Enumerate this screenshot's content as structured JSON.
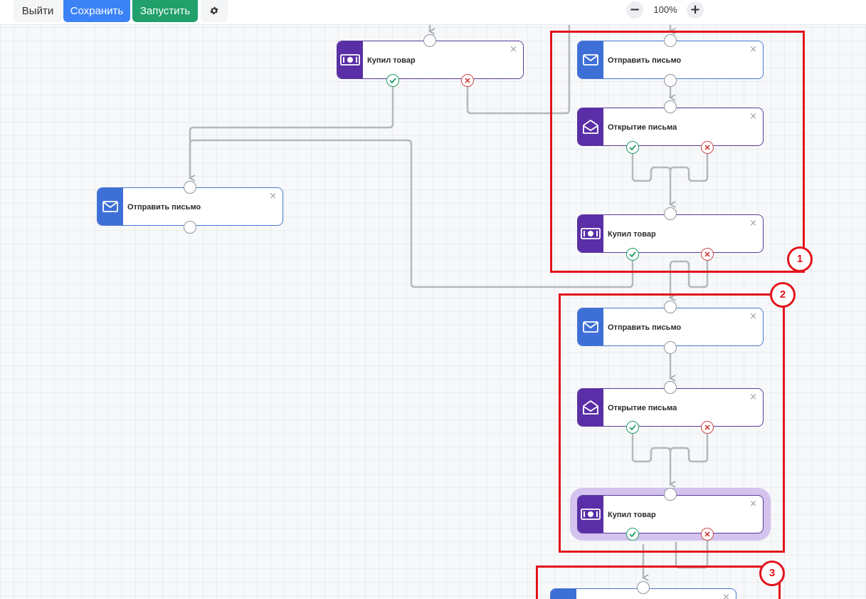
{
  "toolbar": {
    "exit_label": "Выйти",
    "save_label": "Сохранить",
    "run_label": "Запустить",
    "settings_icon": "gear-icon",
    "zoom_out_label": "−",
    "zoom_level": "100%",
    "zoom_in_label": "+"
  },
  "colors": {
    "save": "#3b82f6",
    "run": "#22a06b",
    "send_email_node": "#3e6fd6",
    "purple_node": "#5a2ea6",
    "annotation": "#e3141b",
    "selected_glow": "#d3c3ee"
  },
  "nodes": [
    {
      "id": "n1",
      "type": "buy",
      "label": "Купил товар",
      "icon": "money-icon"
    },
    {
      "id": "n2",
      "type": "send",
      "label": "Отправить письмо",
      "icon": "envelope-icon"
    },
    {
      "id": "n3",
      "type": "send",
      "label": "Отправить письмо",
      "icon": "envelope-icon"
    },
    {
      "id": "n4",
      "type": "open",
      "label": "Открытие письма",
      "icon": "envelope-open-icon"
    },
    {
      "id": "n5",
      "type": "buy",
      "label": "Купил товар",
      "icon": "money-icon"
    },
    {
      "id": "n6",
      "type": "send",
      "label": "Отправить письмо",
      "icon": "envelope-icon"
    },
    {
      "id": "n7",
      "type": "open",
      "label": "Открытие письма",
      "icon": "envelope-open-icon"
    },
    {
      "id": "n8",
      "type": "buy",
      "label": "Купил товар",
      "icon": "money-icon",
      "selected": true
    },
    {
      "id": "n9",
      "type": "send",
      "label": "",
      "icon": "envelope-icon"
    }
  ],
  "node_close_glyph": "×",
  "annotations": [
    "1",
    "2",
    "3"
  ]
}
